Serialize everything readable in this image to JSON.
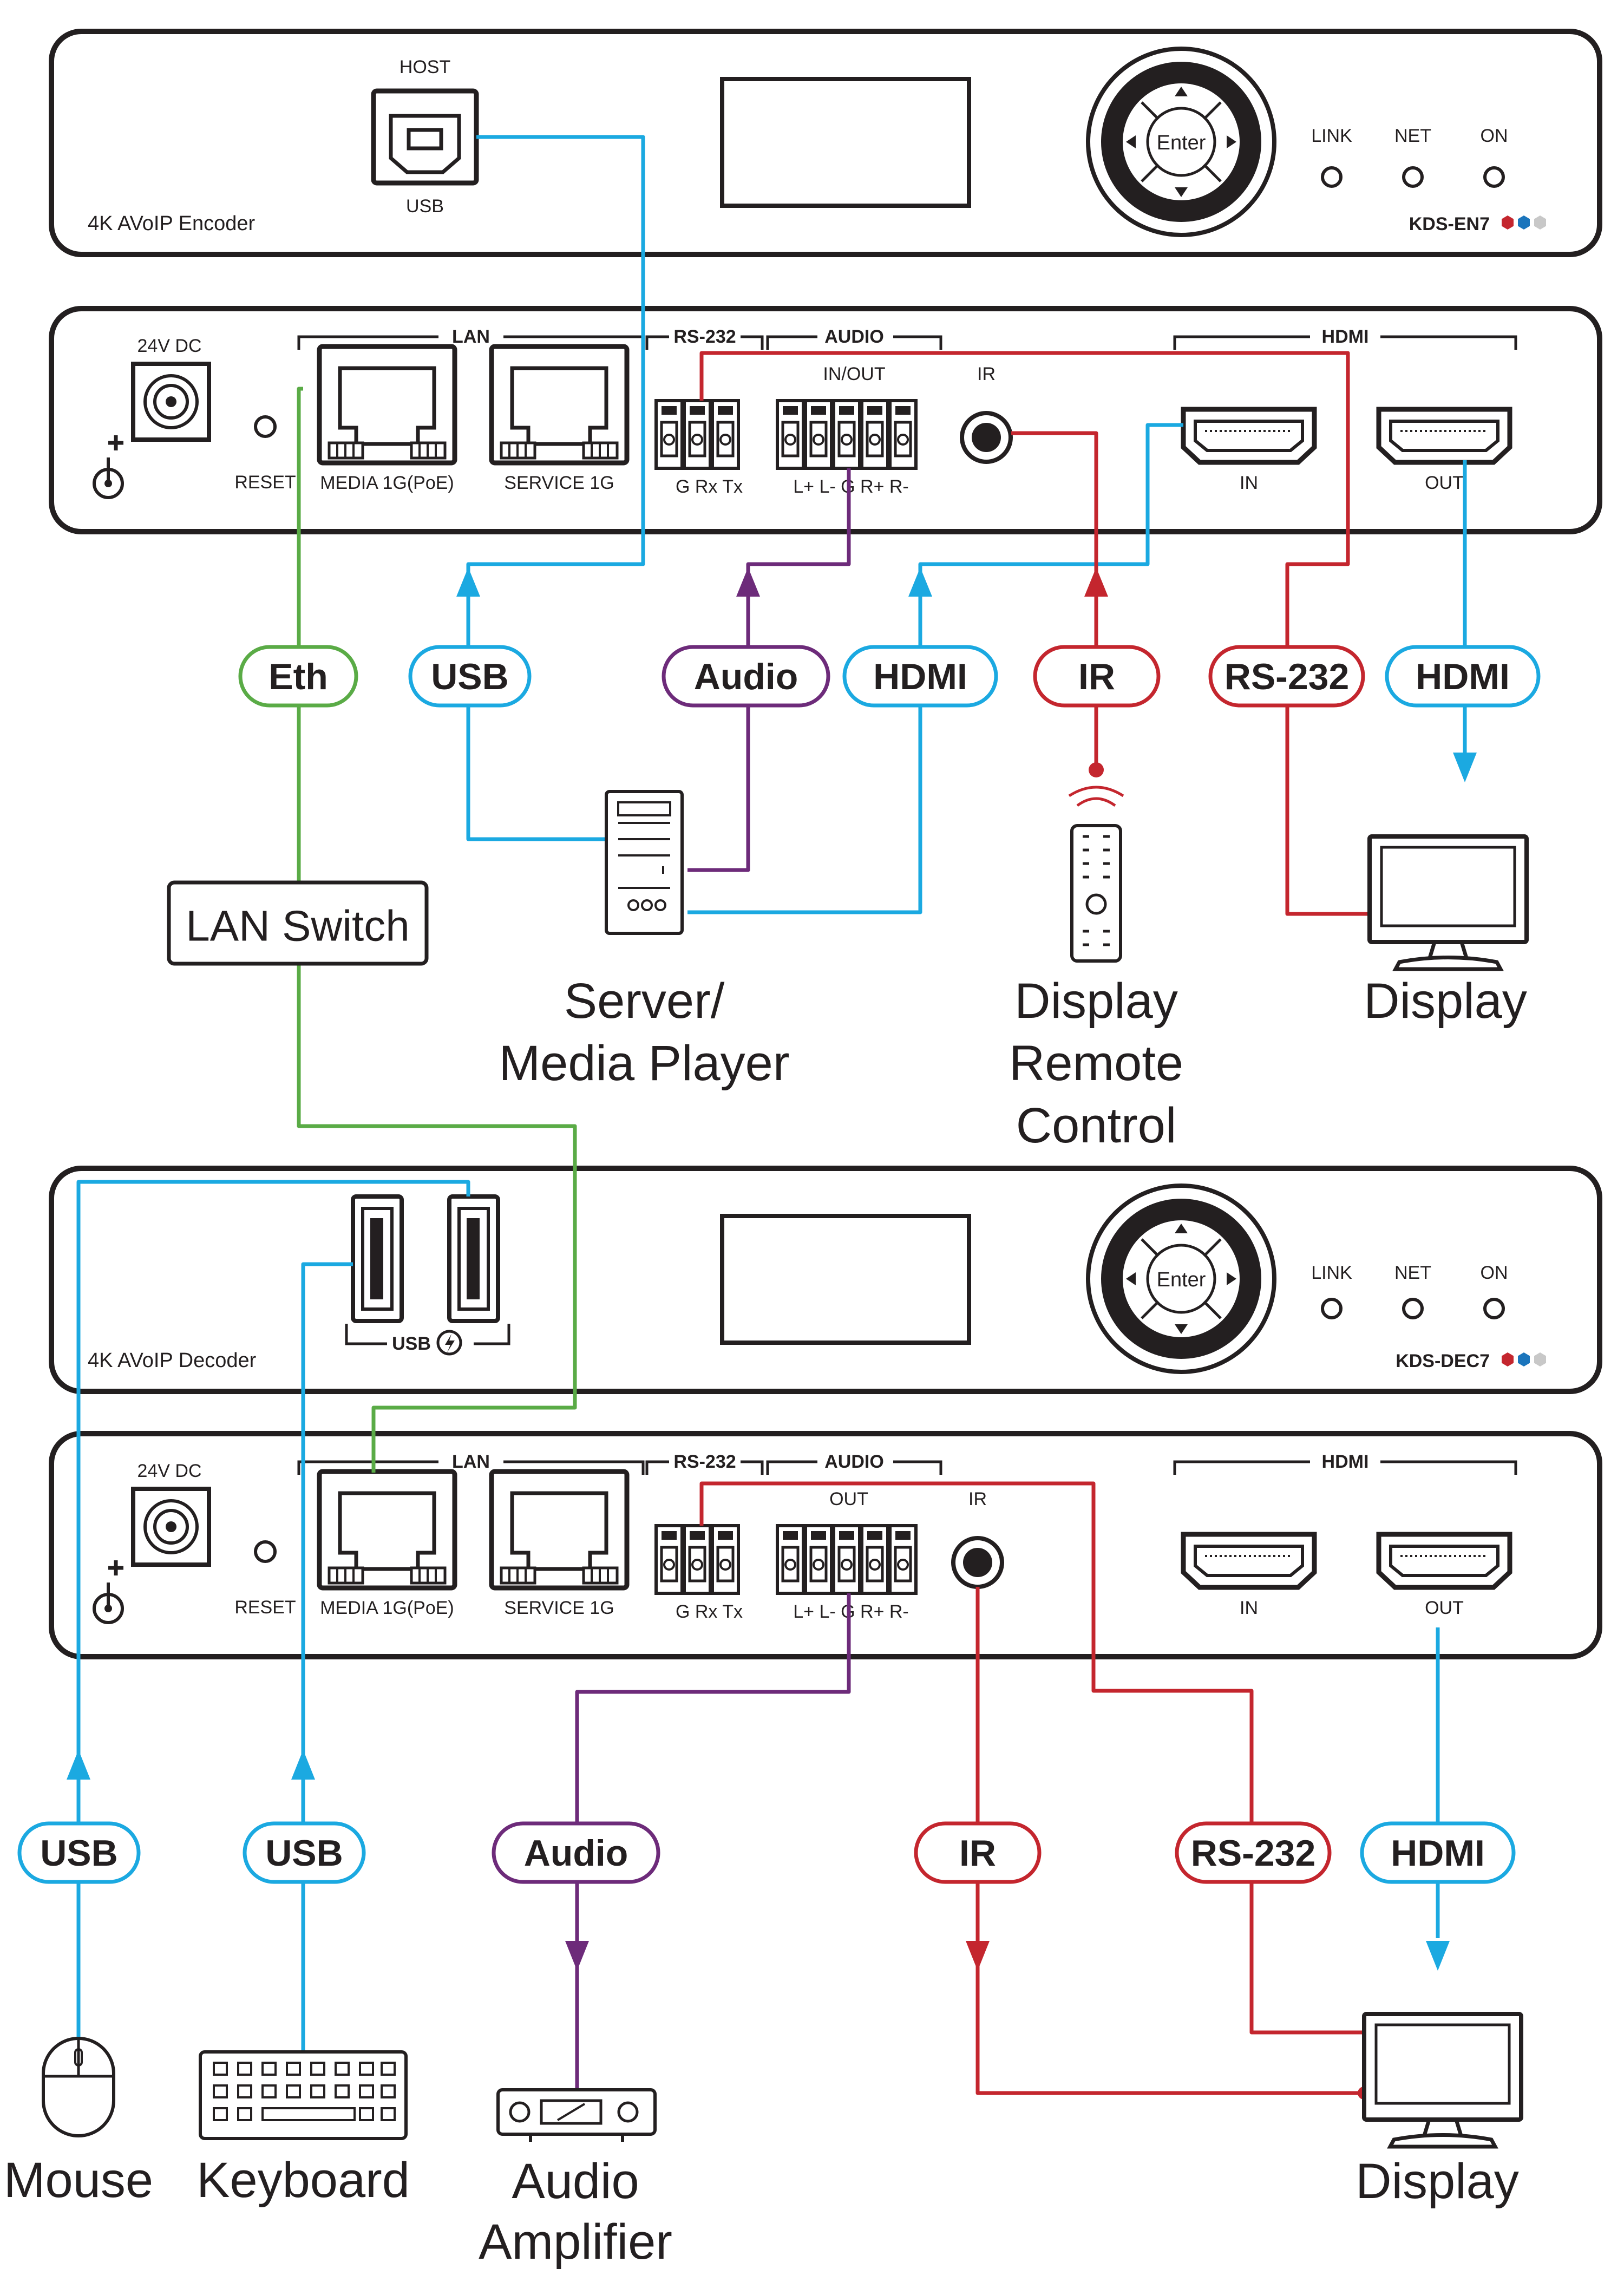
{
  "colors": {
    "usb": "#1ba9e1",
    "eth": "#5aab46",
    "audio": "#6d2b7a",
    "hdmi": "#1ba9e1",
    "rs232": "#c4262e",
    "ir": "#c4262e",
    "outline": "#231f20"
  },
  "encoder": {
    "front": {
      "model_text": "4K AVoIP Encoder",
      "host_label": "HOST",
      "usb_label": "USB",
      "enter_label": "Enter",
      "link_label": "LINK",
      "net_label": "NET",
      "on_label": "ON",
      "model_code": "KDS-EN7"
    },
    "rear": {
      "power_label": "24V DC",
      "reset_label": "RESET",
      "lan_group": "LAN",
      "media_label": "MEDIA  1G(PoE)",
      "service_label": "SERVICE 1G",
      "rs232_group": "RS-232",
      "rs232_pins": "G  Rx Tx",
      "audio_group": "AUDIO",
      "audio_dir": "IN/OUT",
      "audio_pins": "L+  L-   G  R+  R-",
      "ir_label": "IR",
      "hdmi_group": "HDMI",
      "hdmi_in": "IN",
      "hdmi_out": "OUT"
    }
  },
  "decoder": {
    "front": {
      "model_text": "4K AVoIP Decoder",
      "usb_group": "USB",
      "enter_label": "Enter",
      "link_label": "LINK",
      "net_label": "NET",
      "on_label": "ON",
      "model_code": "KDS-DEC7"
    },
    "rear": {
      "power_label": "24V DC",
      "reset_label": "RESET",
      "lan_group": "LAN",
      "media_label": "MEDIA  1G(PoE)",
      "service_label": "SERVICE 1G",
      "rs232_group": "RS-232",
      "rs232_pins": "G  Rx Tx",
      "audio_group": "AUDIO",
      "audio_dir": "OUT",
      "audio_pins": "L+  L-   G  R+  R-",
      "ir_label": "IR",
      "hdmi_group": "HDMI",
      "hdmi_in": "IN",
      "hdmi_out": "OUT"
    }
  },
  "cable_labels": {
    "enc_eth": "Eth",
    "enc_usb": "USB",
    "enc_audio": "Audio",
    "enc_hdmi_in": "HDMI",
    "enc_ir": "IR",
    "enc_rs232": "RS-232",
    "enc_hdmi_out": "HDMI",
    "dec_usb_mouse": "USB",
    "dec_usb_keyboard": "USB",
    "dec_audio": "Audio",
    "dec_ir": "IR",
    "dec_rs232": "RS-232",
    "dec_hdmi": "HDMI"
  },
  "devices": {
    "lan_switch": "LAN Switch",
    "server_line1": "Server/",
    "server_line2": "Media Player",
    "remote_line1": "Display",
    "remote_line2": "Remote",
    "remote_line3": "Control",
    "display_top": "Display",
    "mouse": "Mouse",
    "keyboard": "Keyboard",
    "amp_line1": "Audio",
    "amp_line2": "Amplifier",
    "display_bottom": "Display"
  }
}
